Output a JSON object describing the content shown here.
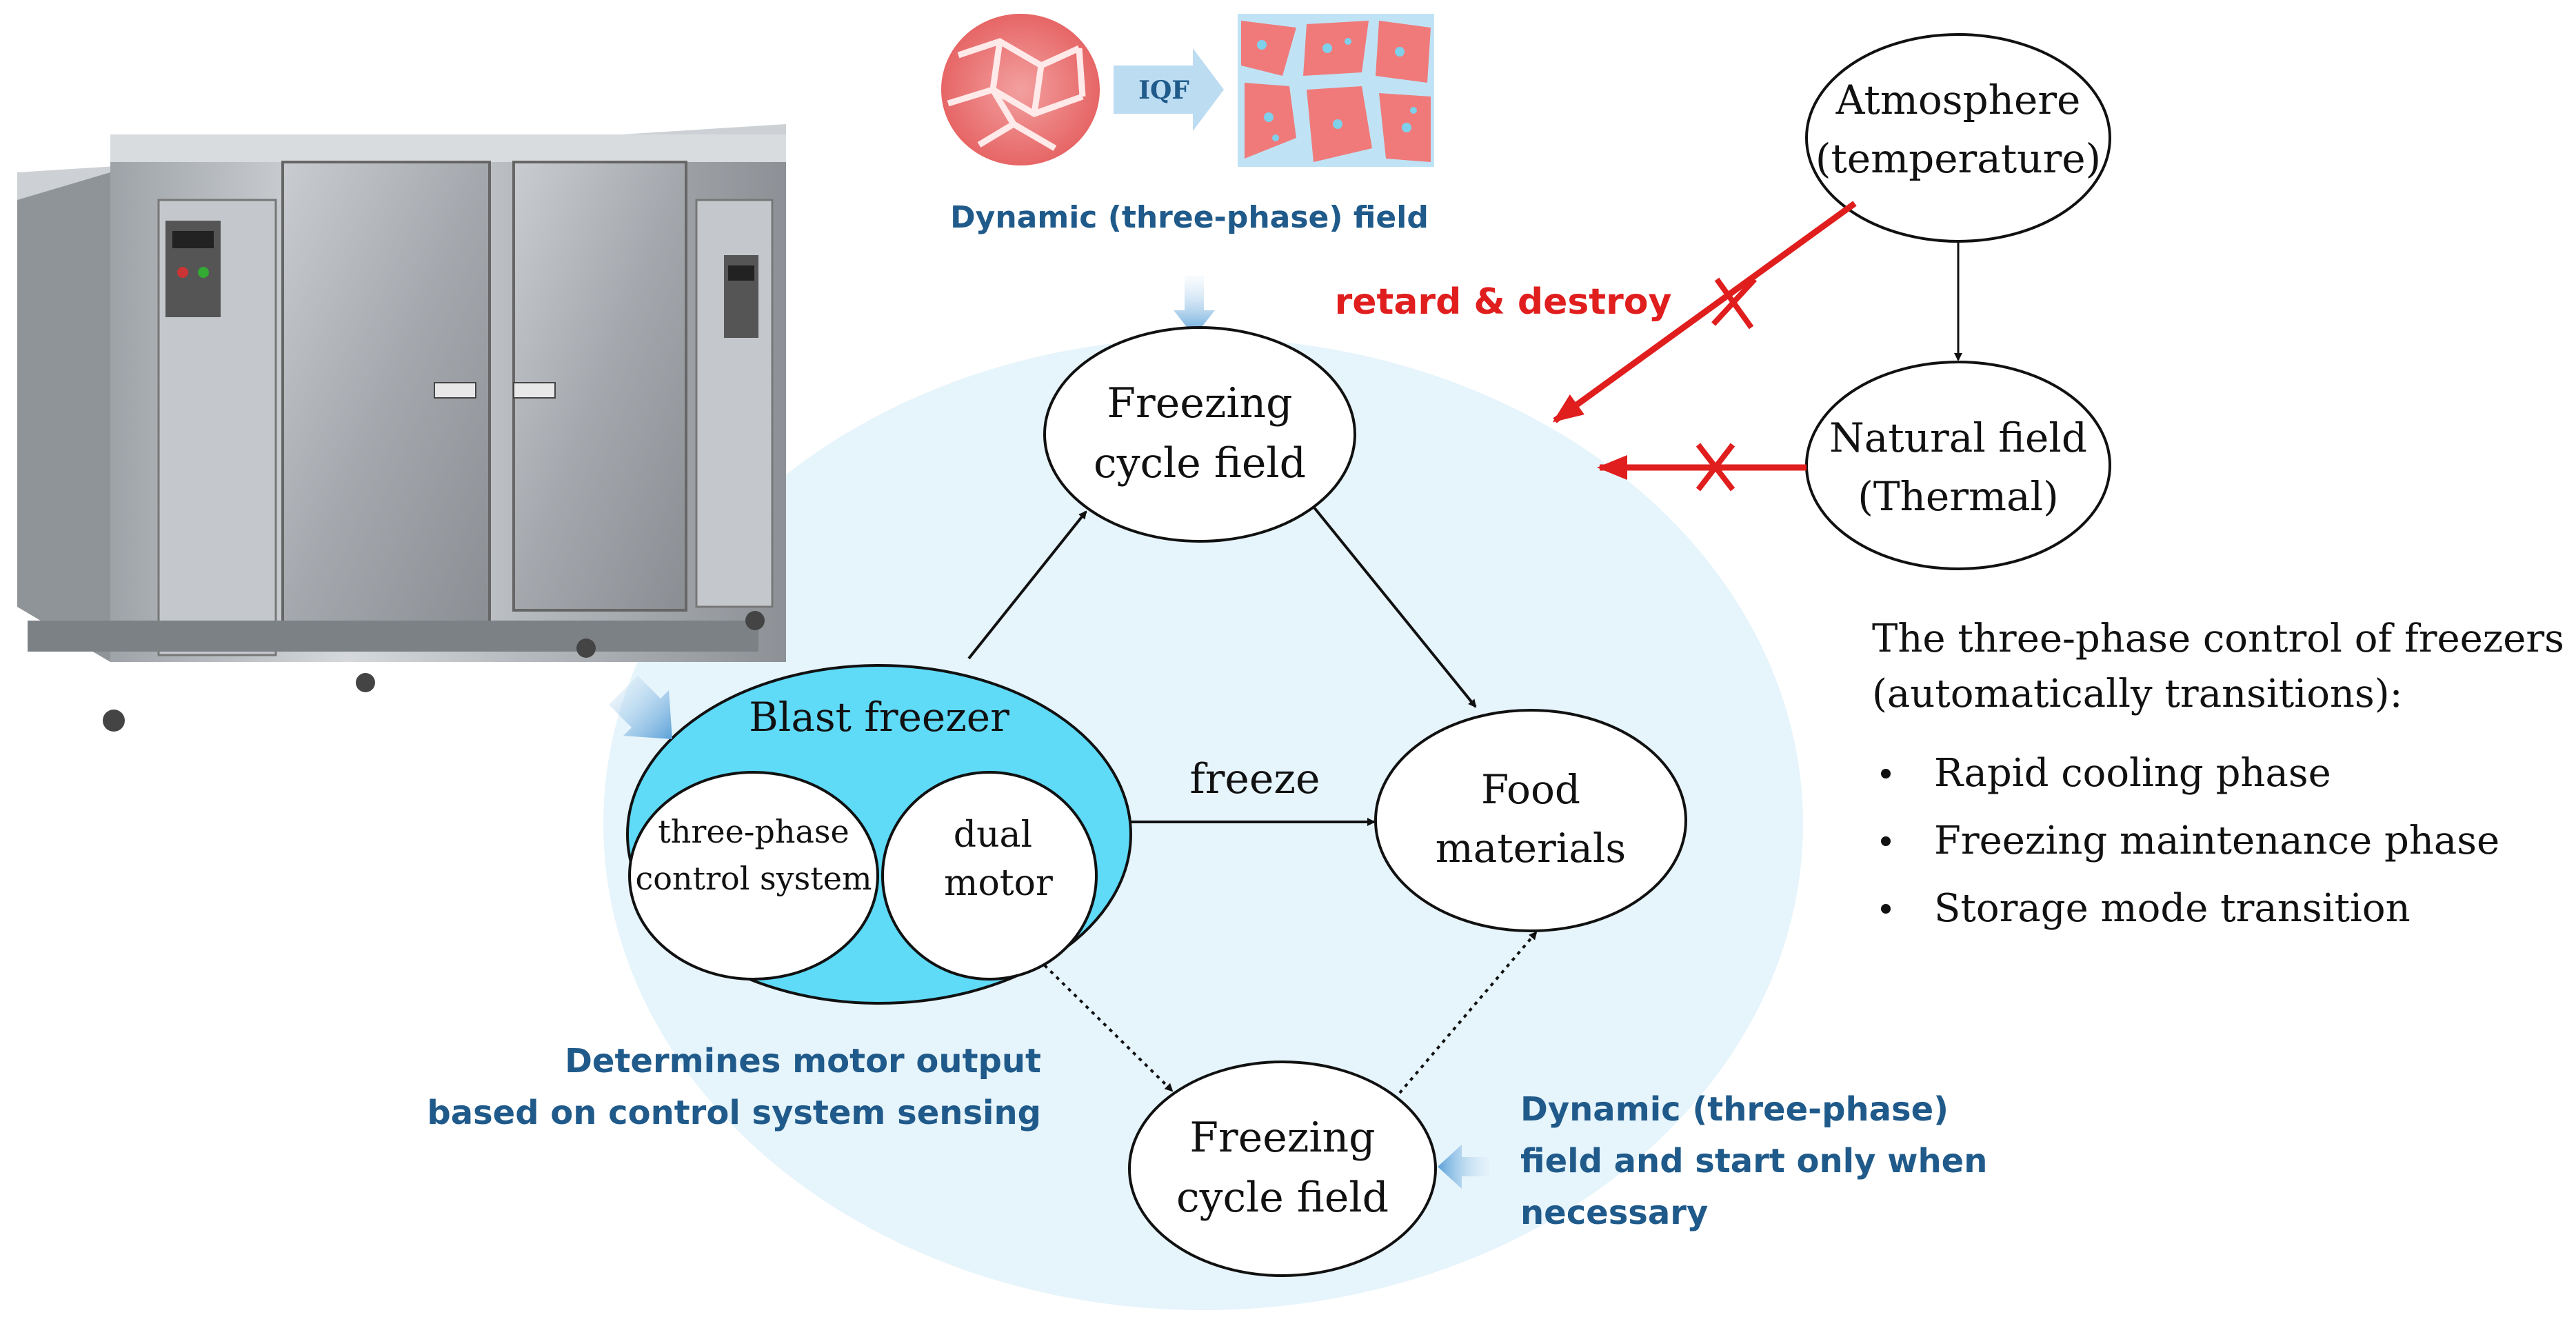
{
  "top_field": {
    "iqf_label": "IQF",
    "caption": "Dynamic (three-phase) field"
  },
  "atmosphere": {
    "line1": "Atmosphere",
    "line2": "(temperature)"
  },
  "natural_field": {
    "line1": "Natural field",
    "line2": "(Thermal)"
  },
  "retard_label": "retard & destroy",
  "freezing_cycle_top": {
    "line1": "Freezing",
    "line2": "cycle field"
  },
  "blast_freezer": {
    "title": "Blast freezer",
    "control_line1": "three-phase",
    "control_line2": "control system",
    "motor_line1": "dual",
    "motor_line2": "motor"
  },
  "freeze_label": "freeze",
  "food": {
    "line1": "Food",
    "line2": "materials"
  },
  "freezing_cycle_bottom": {
    "line1": "Freezing",
    "line2": "cycle field"
  },
  "motor_note": {
    "line1": "Determines motor output",
    "line2": "based on control system sensing"
  },
  "bottom_note": {
    "line1": "Dynamic (three-phase)",
    "line2": "field and start only when",
    "line3": "necessary"
  },
  "phases": {
    "heading1": "The three-phase control of freezers",
    "heading2": "(automatically transitions):",
    "items": [
      "Rapid cooling phase",
      "Freezing maintenance phase",
      "Storage mode transition"
    ]
  },
  "colors": {
    "accent_blue": "#1f5a8a",
    "red": "#e01e1e",
    "halo": "#e6f4fb",
    "blast_fill": "#5fdaf7"
  }
}
